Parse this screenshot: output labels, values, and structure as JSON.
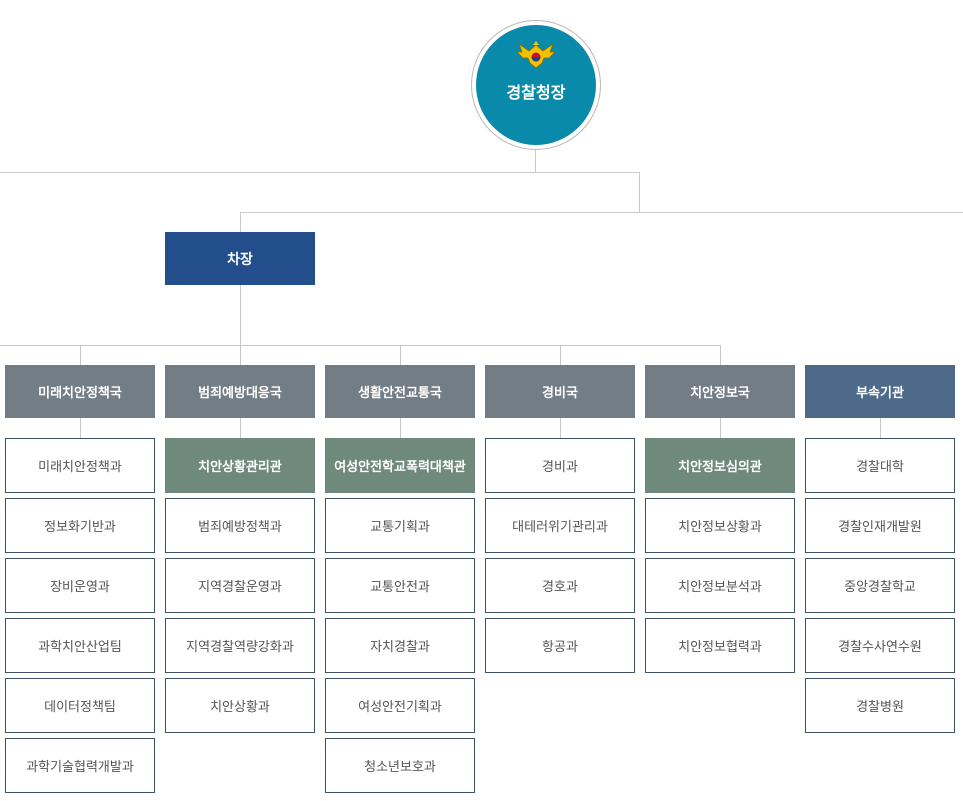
{
  "chief": {
    "title": "경찰청장",
    "emblem": "police-eagle-emblem"
  },
  "deputy": {
    "title": "차장"
  },
  "columns": [
    {
      "bureau": "미래치안정책국",
      "type": "bureau",
      "units": [
        {
          "label": "미래치안정책과"
        },
        {
          "label": "정보화기반과"
        },
        {
          "label": "장비운영과"
        },
        {
          "label": "과학치안산업팀"
        },
        {
          "label": "데이터정책팀"
        },
        {
          "label": "과학기술협력개발과"
        }
      ]
    },
    {
      "bureau": "범죄예방대응국",
      "type": "bureau",
      "units": [
        {
          "label": "치안상황관리관",
          "highlight": true
        },
        {
          "label": "범죄예방정책과"
        },
        {
          "label": "지역경찰운영과"
        },
        {
          "label": "지역경찰역량강화과"
        },
        {
          "label": "치안상황과"
        }
      ]
    },
    {
      "bureau": "생활안전교통국",
      "type": "bureau",
      "units": [
        {
          "label": "여성안전학교폭력대책관",
          "highlight": true
        },
        {
          "label": "교통기획과"
        },
        {
          "label": "교통안전과"
        },
        {
          "label": "자치경찰과"
        },
        {
          "label": "여성안전기획과"
        },
        {
          "label": "청소년보호과"
        }
      ]
    },
    {
      "bureau": "경비국",
      "type": "bureau",
      "units": [
        {
          "label": "경비과"
        },
        {
          "label": "대테러위기관리과"
        },
        {
          "label": "경호과"
        },
        {
          "label": "항공과"
        }
      ]
    },
    {
      "bureau": "치안정보국",
      "type": "bureau",
      "units": [
        {
          "label": "치안정보심의관",
          "highlight": true
        },
        {
          "label": "치안정보상황과"
        },
        {
          "label": "치안정보분석과"
        },
        {
          "label": "치안정보협력과"
        }
      ]
    },
    {
      "bureau": "부속기관",
      "type": "affiliated",
      "units": [
        {
          "label": "경찰대학"
        },
        {
          "label": "경찰인재개발원"
        },
        {
          "label": "중앙경찰학교"
        },
        {
          "label": "경찰수사연수원"
        },
        {
          "label": "경찰병원"
        }
      ]
    }
  ]
}
